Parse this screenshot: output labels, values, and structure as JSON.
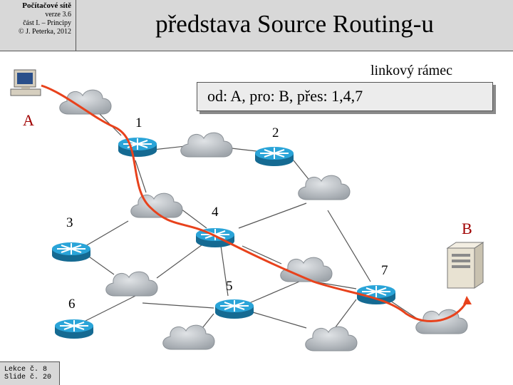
{
  "header": {
    "course": "Počítačové sítě",
    "version": "verze 3.6",
    "part": "část I. – Principy",
    "author": "© J. Peterka, 2012"
  },
  "title": "představa Source Routing-u",
  "frame": {
    "label": "linkový rámec",
    "content": "od: A, pro: B, přes: 1,4,7"
  },
  "nodes": {
    "host_a": "A",
    "host_b": "B",
    "routers": [
      "1",
      "2",
      "3",
      "4",
      "5",
      "6",
      "7"
    ]
  },
  "footer": {
    "lesson": "Lekce č. 8",
    "slide": "Slide č. 20"
  },
  "colors": {
    "router": "#1f8fc0",
    "cloud": "#bfc4c8",
    "route": "#e8421c",
    "host_label": "#a00000"
  }
}
